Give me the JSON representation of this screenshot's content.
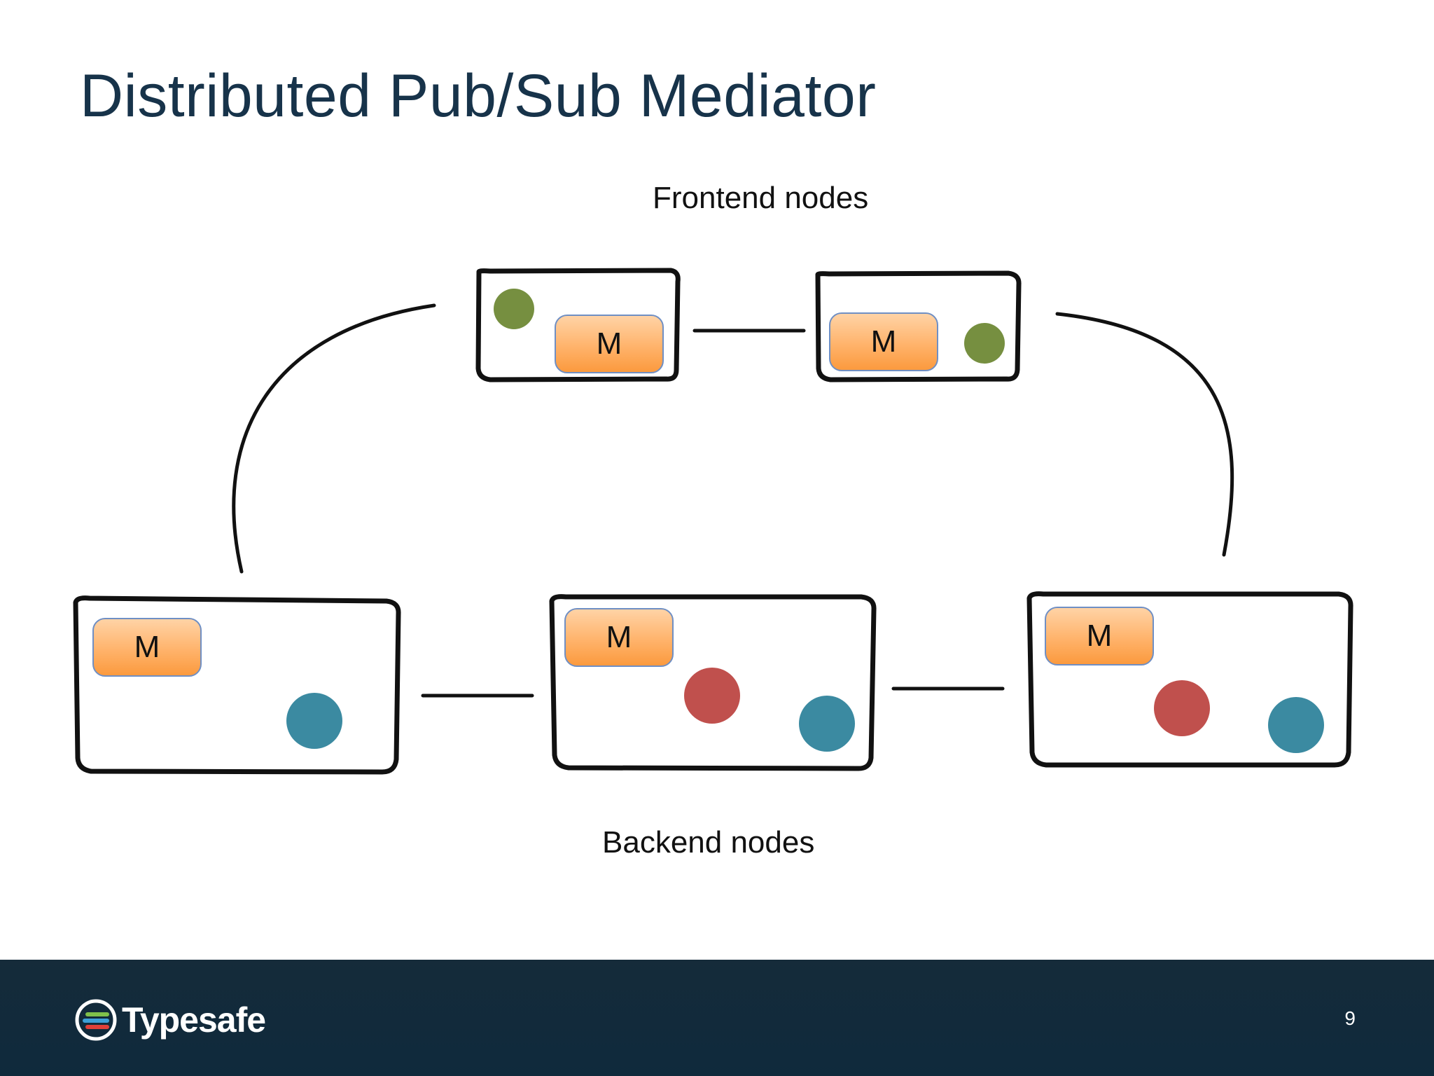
{
  "slide": {
    "title": "Distributed Pub/Sub Mediator",
    "page_number": "9"
  },
  "diagram": {
    "frontend_label": "Frontend nodes",
    "backend_label": "Backend nodes",
    "mediator_label": "M",
    "colors": {
      "frontend_actor": "#768f40",
      "backend_actor_red": "#c0504d",
      "backend_actor_teal": "#3b8aa1",
      "mediator_fill": "#fbab5f",
      "mediator_border": "#6f8fc4",
      "node_border": "#111111"
    }
  },
  "footer": {
    "brand": "Typesafe",
    "brand_icon": "typesafe-logo-icon",
    "background": "#12293a"
  }
}
